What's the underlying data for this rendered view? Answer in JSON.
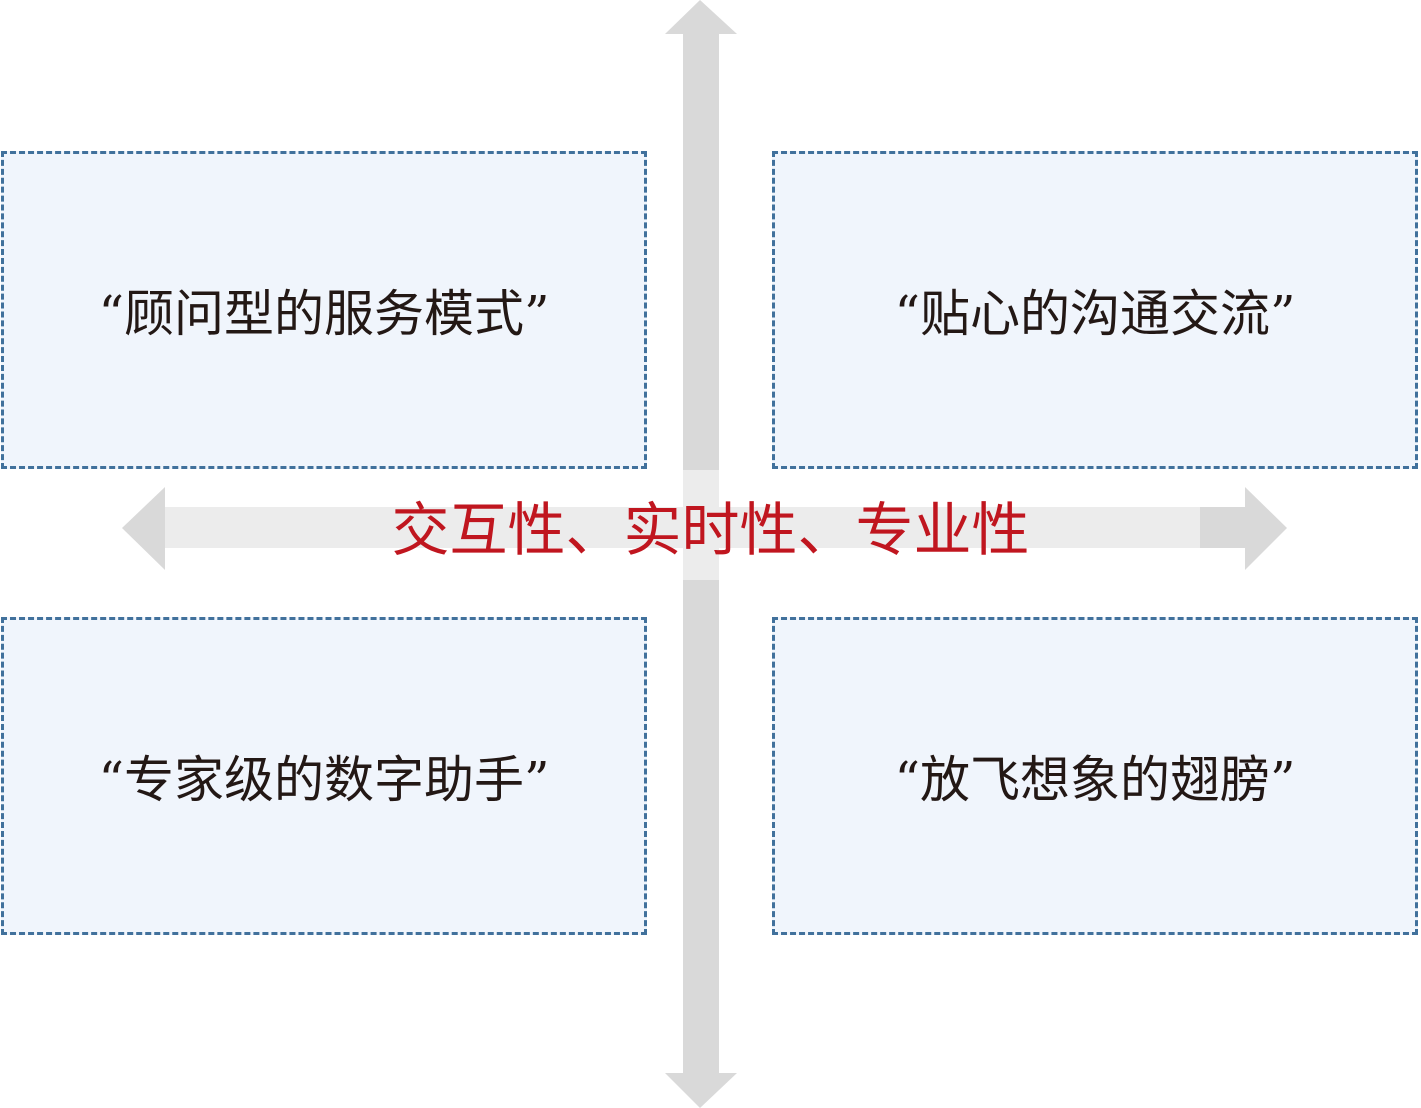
{
  "quadrants": {
    "top_left": "“顾问型的服务模式”",
    "top_right": "“贴心的沟通交流”",
    "bottom_left": "“专家级的数字助手”",
    "bottom_right": "“放飞想象的翅膀”"
  },
  "center_label": "交互性、实时性、专业性",
  "colors": {
    "box_fill": "#f0f5fc",
    "box_border": "#41719c",
    "center_text": "#c0161f",
    "arrow": "#d9d9d9",
    "band": "#ececec"
  }
}
